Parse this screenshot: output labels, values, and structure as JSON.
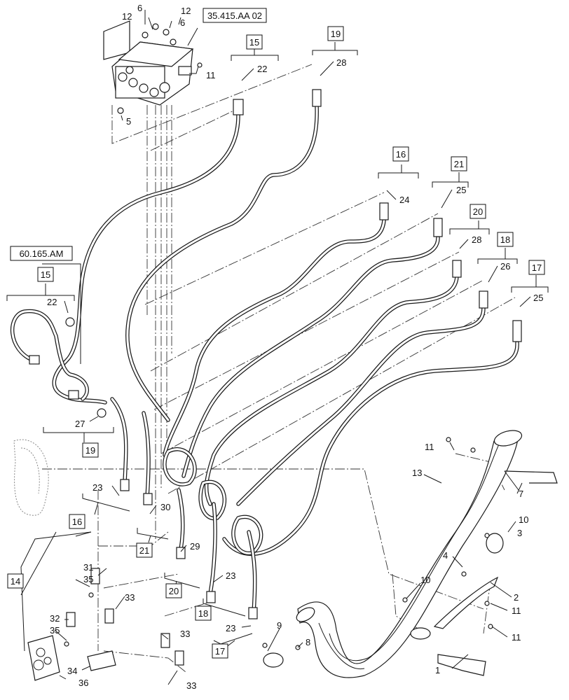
{
  "callouts": {
    "c1": "1",
    "c2": "2",
    "c3": "3",
    "c4": "4",
    "c5": "5",
    "c6a": "6",
    "c6b": "6",
    "c7": "7",
    "c8": "8",
    "c9": "9",
    "c10a": "10",
    "c10b": "10",
    "c11a": "11",
    "c11b": "11",
    "c11c": "11",
    "c11d": "11",
    "c12a": "12",
    "c12b": "12",
    "c13": "13",
    "c22a": "22",
    "c22b": "22",
    "c23a": "23",
    "c23b": "23",
    "c23c": "23",
    "c24": "24",
    "c25a": "25",
    "c25b": "25",
    "c26": "26",
    "c27": "27",
    "c28a": "28",
    "c28b": "28",
    "c29": "29",
    "c30": "30",
    "c31": "31",
    "c32": "32",
    "c33a": "33",
    "c33b": "33",
    "c33c": "33",
    "c34": "34",
    "c35a": "35",
    "c35b": "35",
    "c36": "36"
  },
  "boxes": {
    "b14": "14",
    "b15a": "15",
    "b15b": "15",
    "b16a": "16",
    "b16b": "16",
    "b17a": "17",
    "b17b": "17",
    "b18a": "18",
    "b18b": "18",
    "b19a": "19",
    "b19b": "19",
    "b20a": "20",
    "b20b": "20",
    "b21a": "21",
    "b21b": "21"
  },
  "references": {
    "valve_ref": "35.415.AA 02",
    "section_ref": "60.165.AM"
  }
}
